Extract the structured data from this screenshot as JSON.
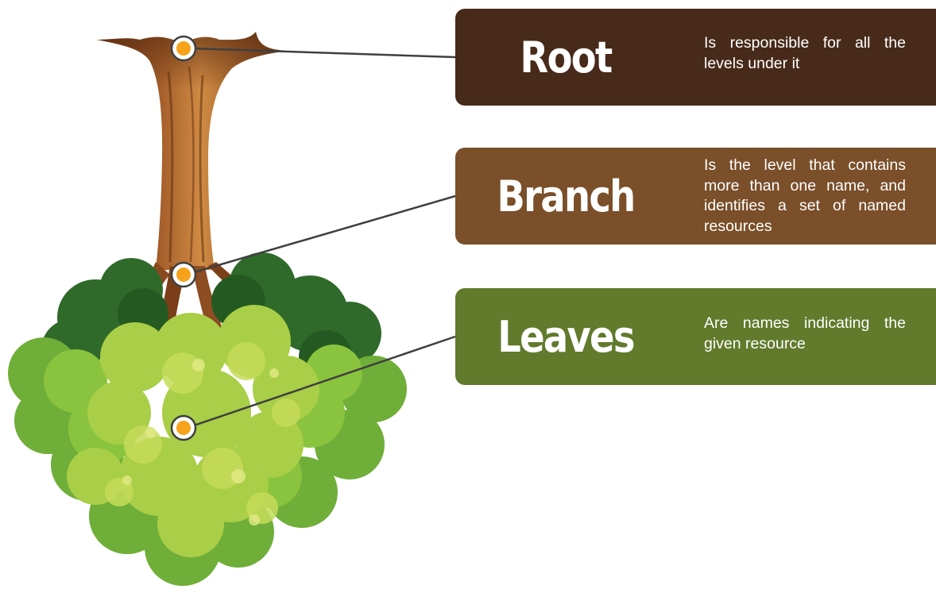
{
  "colors": {
    "root": "#472a19",
    "branch": "#7a4f29",
    "leaves": "#617a2c",
    "marker": "#f6a31b",
    "connector": "#3f3f3f"
  },
  "levels": [
    {
      "key": "root",
      "title": "Root",
      "description": "Is responsible for all the levels under it"
    },
    {
      "key": "branch",
      "title": "Branch",
      "description": "Is the level that contains more than one name, and identifies a set of named resources"
    },
    {
      "key": "leaves",
      "title": "Leaves",
      "description": "Are names indicating the given resource"
    }
  ]
}
